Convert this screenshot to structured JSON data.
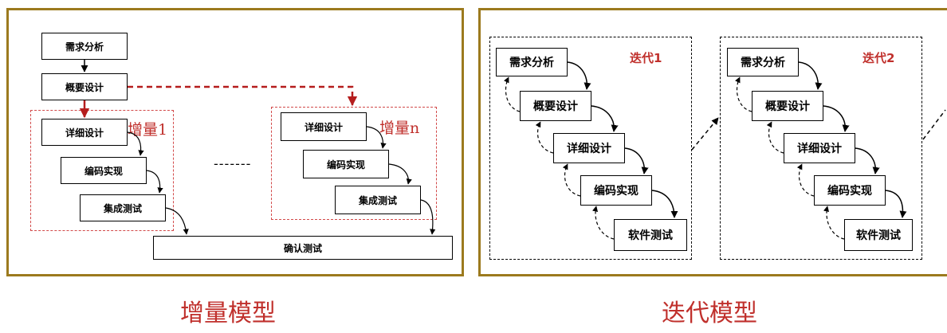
{
  "incremental": {
    "top_boxes": [
      "需求分析",
      "概要设计"
    ],
    "increment_steps": [
      "详细设计",
      "编码实现",
      "集成测试"
    ],
    "label_first": "增量1",
    "label_last": "增量n",
    "ellipsis": "-------",
    "final_box": "确认测试",
    "caption": "增量模型"
  },
  "iterative": {
    "steps": [
      "需求分析",
      "概要设计",
      "详细设计",
      "编码实现",
      "软件测试"
    ],
    "label_1": "迭代1",
    "label_2": "迭代2",
    "caption": "迭代模型"
  },
  "colors": {
    "frame": "#9c7a1e",
    "accent_red": "#c0302c",
    "dashed_red": "#b51d1d"
  }
}
